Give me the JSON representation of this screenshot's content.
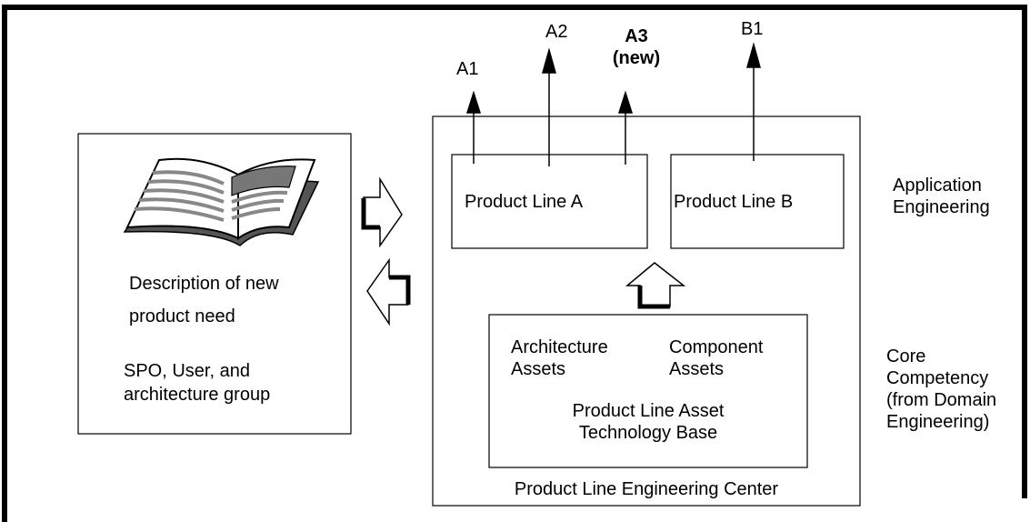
{
  "customer": {
    "description": [
      "Description of new",
      "product need"
    ],
    "group": [
      "SPO, User, and",
      "architecture group"
    ]
  },
  "center": {
    "title": "Product Line Engineering Center",
    "product_line_a": "Product Line A",
    "product_line_b": "Product Line B",
    "architecture_assets": [
      "Architecture",
      "Assets"
    ],
    "component_assets": [
      "Component",
      "Assets"
    ],
    "asset_base": [
      "Product Line Asset",
      "Technology Base"
    ]
  },
  "products": {
    "a1": "A1",
    "a2": "A2",
    "a3": [
      "A3",
      "(new)"
    ],
    "b1": "B1"
  },
  "side_labels": {
    "application_engineering": [
      "Application",
      "Engineering"
    ],
    "core_competency": [
      "Core",
      "Competency",
      "(from Domain",
      "Engineering)"
    ]
  }
}
